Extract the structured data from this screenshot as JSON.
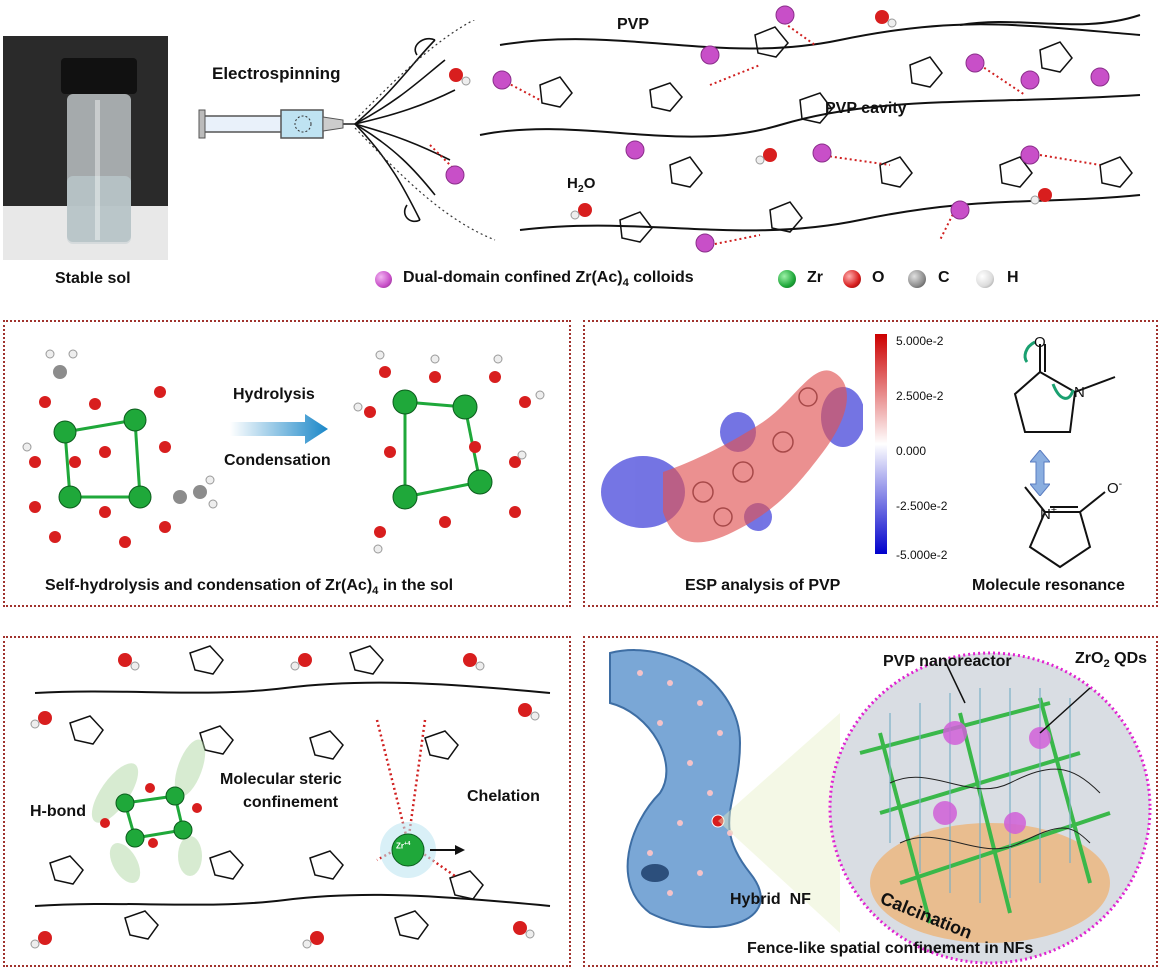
{
  "top": {
    "stable_sol": "Stable sol",
    "electrospinning": "Electrospinning",
    "pvp": "PVP",
    "pvp_cavity": "PVP cavity",
    "h2o": "H",
    "h2o_sub": "2",
    "h2o_tail": "O",
    "legend": {
      "colloid_pre": "Dual-domain confined Zr(Ac)",
      "colloid_sub": "4",
      "colloid_post": " colloids",
      "zr": "Zr",
      "o": "O",
      "c": "C",
      "h": "H"
    }
  },
  "panel_hydrolysis": {
    "arrow_top": "Hydrolysis",
    "arrow_bottom": "Condensation",
    "caption_pre": "Self-hydrolysis and condensation of Zr(Ac)",
    "caption_sub": "4",
    "caption_post": " in the sol"
  },
  "panel_esp": {
    "scale": [
      "5.000e-2",
      "2.500e-2",
      "0.000",
      "-2.500e-2",
      "-5.000e-2"
    ],
    "caption": "ESP analysis of PVP",
    "resonance_caption": "Molecule resonance",
    "o_label": "O",
    "o_minus_label": "O",
    "o_minus_sup": "-",
    "n_label": "N",
    "n_plus_label": "N",
    "n_plus_sup": "+"
  },
  "panel_steric": {
    "hbond": "H-bond",
    "steric_line1": "Molecular steric",
    "steric_line2": "confinement",
    "chelation": "Chelation",
    "zr_ion": "Zr",
    "zr_ion_sup": "+4"
  },
  "panel_fence": {
    "pvp_nanoreactor": "PVP nanoreactor",
    "qds_pre": "ZrO",
    "qds_sub": "2",
    "qds_post": " QDs",
    "hybrid_nf": "Hybrid  NF",
    "calcination": "Calcination",
    "caption": "Fence-like spatial confinement in NFs"
  },
  "colors": {
    "panel_border": "#a0322d",
    "zr": "#1fa83a",
    "oxygen": "#d81e1e",
    "carbon": "#8c8c8c",
    "hydrogen": "#e8e8e8",
    "colloid": "#c84fc8",
    "fence_circle": "#e022d0",
    "fiber": "#7aa7d6"
  }
}
